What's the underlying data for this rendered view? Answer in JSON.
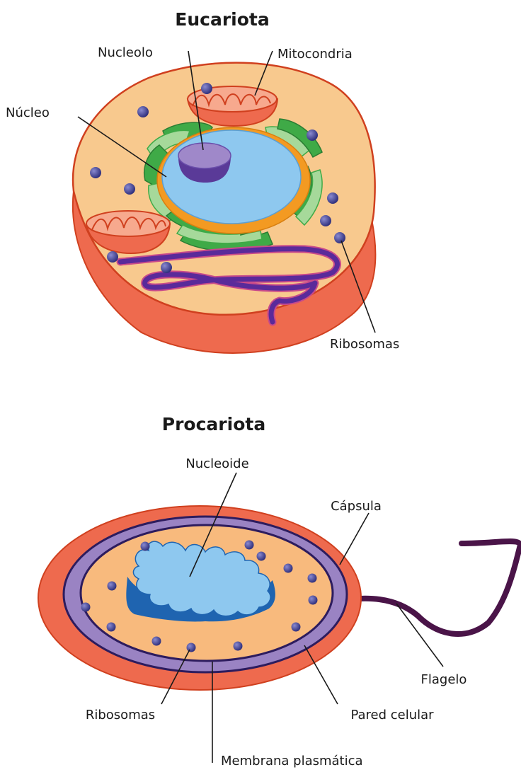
{
  "eukaryote": {
    "title": "Eucariota",
    "labels": {
      "nucleolus": "Nucleolo",
      "mitochondria": "Mitocondria",
      "nucleus": "Núcleo",
      "ribosomes": "Ribosomas"
    }
  },
  "prokaryote": {
    "title": "Procariota",
    "labels": {
      "nucleoid": "Nucleoide",
      "capsule": "Cápsula",
      "flagellum": "Flagelo",
      "ribosomes": "Ribosomas",
      "cell_wall": "Pared celular",
      "plasma_membrane": "Membrana plasmática"
    }
  },
  "colors": {
    "cell_wall_red": "#ee6a4e",
    "cytoplasm": "#f8c98e",
    "nucleus_blue": "#8ec8ef",
    "nucleolus": "#9f88c9",
    "er_green": "#3faa47",
    "er_light_green": "#a6d99a",
    "mitochondria": "#ee6a4e",
    "ribosome": "#3b3b8e",
    "membrane_purple": "#9a83c3",
    "nucleoid_dark": "#1f64b0",
    "flagellum": "#4a1448"
  }
}
